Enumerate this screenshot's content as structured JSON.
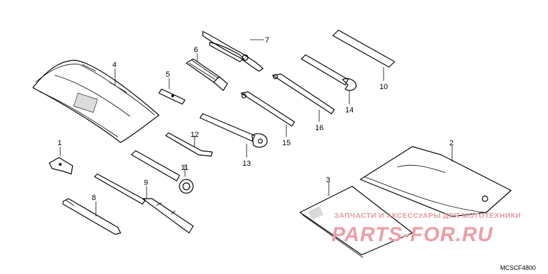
{
  "callouts": [
    "1",
    "2",
    "3",
    "4",
    "5",
    "6",
    "7",
    "8",
    "9",
    "10",
    "11",
    "12",
    "13",
    "14",
    "15",
    "16"
  ],
  "watermark": {
    "line1": "ЗАПЧАСТИ И АКСЕССУАРЫ ДЛЯ МОТОТЕХНИКИ",
    "line2": "PARTS-FOR.RU",
    "color": "#ec9fa5"
  },
  "diagram_code": "MCSCF4800"
}
